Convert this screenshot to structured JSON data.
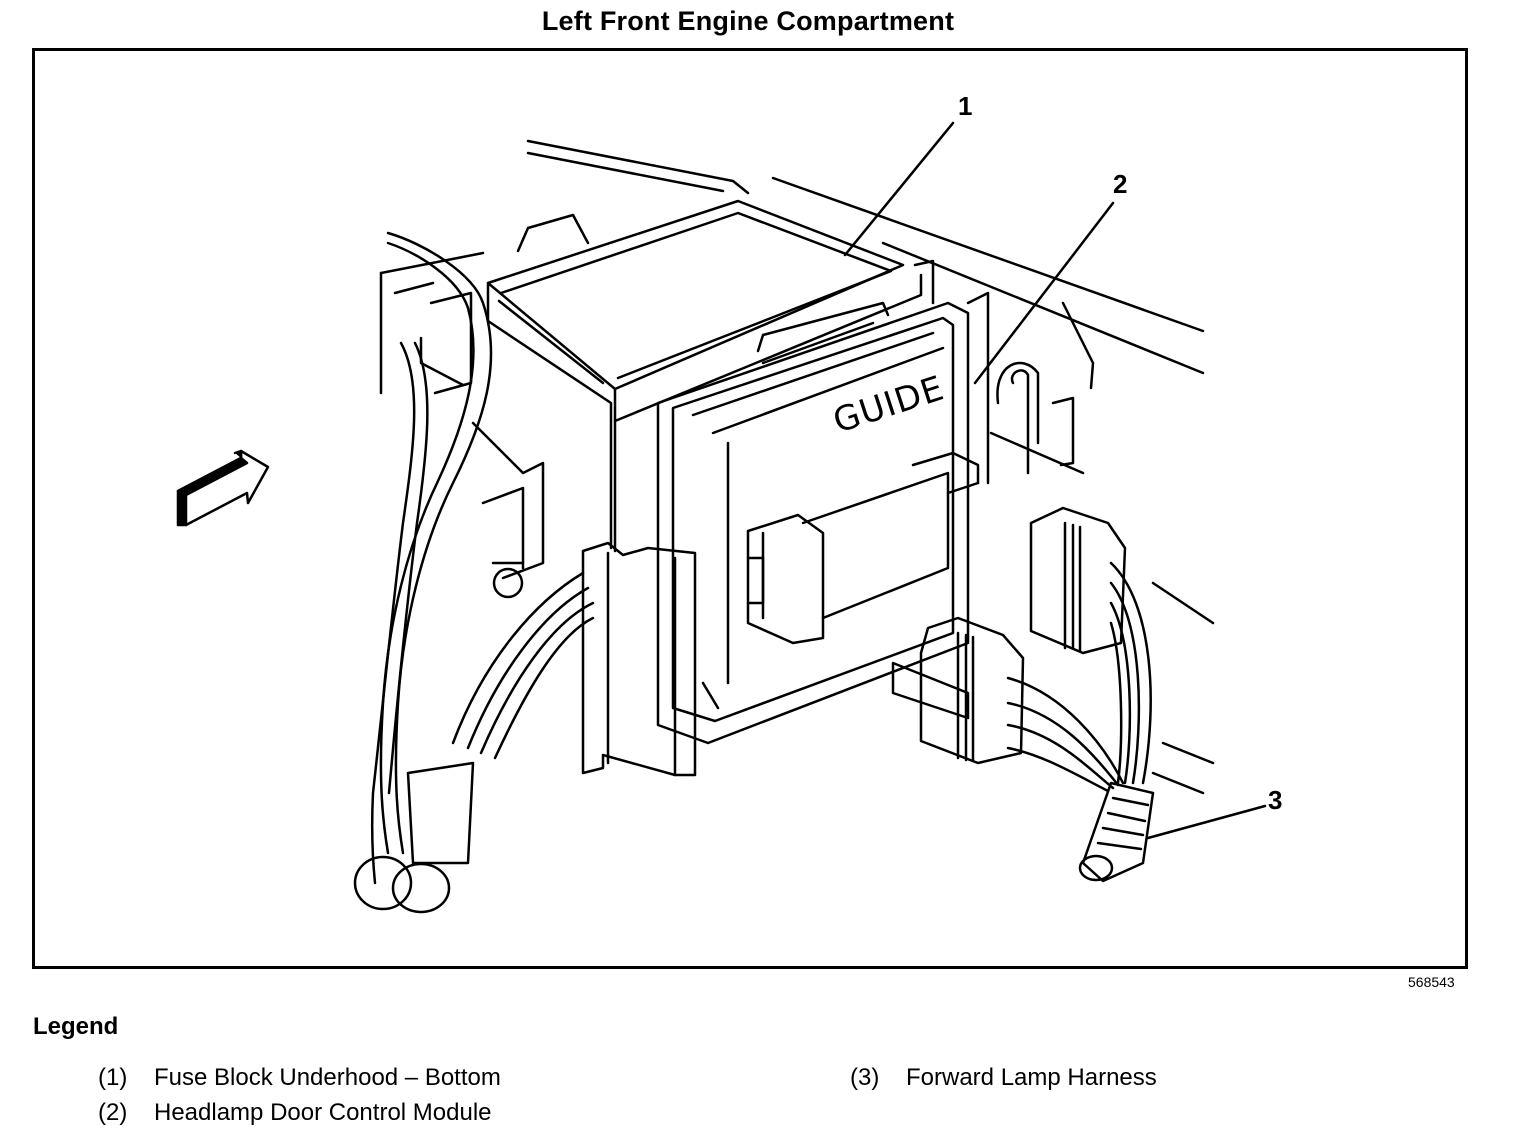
{
  "diagram": {
    "title": "Left Front Engine Compartment",
    "figure_id": "568543",
    "component_label": "GUIDE",
    "view_arrow": "arrow-right-icon",
    "callouts": [
      {
        "number": "1",
        "target": "Fuse Block Underhood – Bottom"
      },
      {
        "number": "2",
        "target": "Headlamp Door Control Module"
      },
      {
        "number": "3",
        "target": "Forward Lamp Harness"
      }
    ]
  },
  "legend": {
    "title": "Legend",
    "items": [
      {
        "number": "(1)",
        "label": "Fuse Block Underhood – Bottom"
      },
      {
        "number": "(2)",
        "label": "Headlamp Door Control Module"
      },
      {
        "number": "(3)",
        "label": "Forward Lamp Harness"
      }
    ]
  }
}
